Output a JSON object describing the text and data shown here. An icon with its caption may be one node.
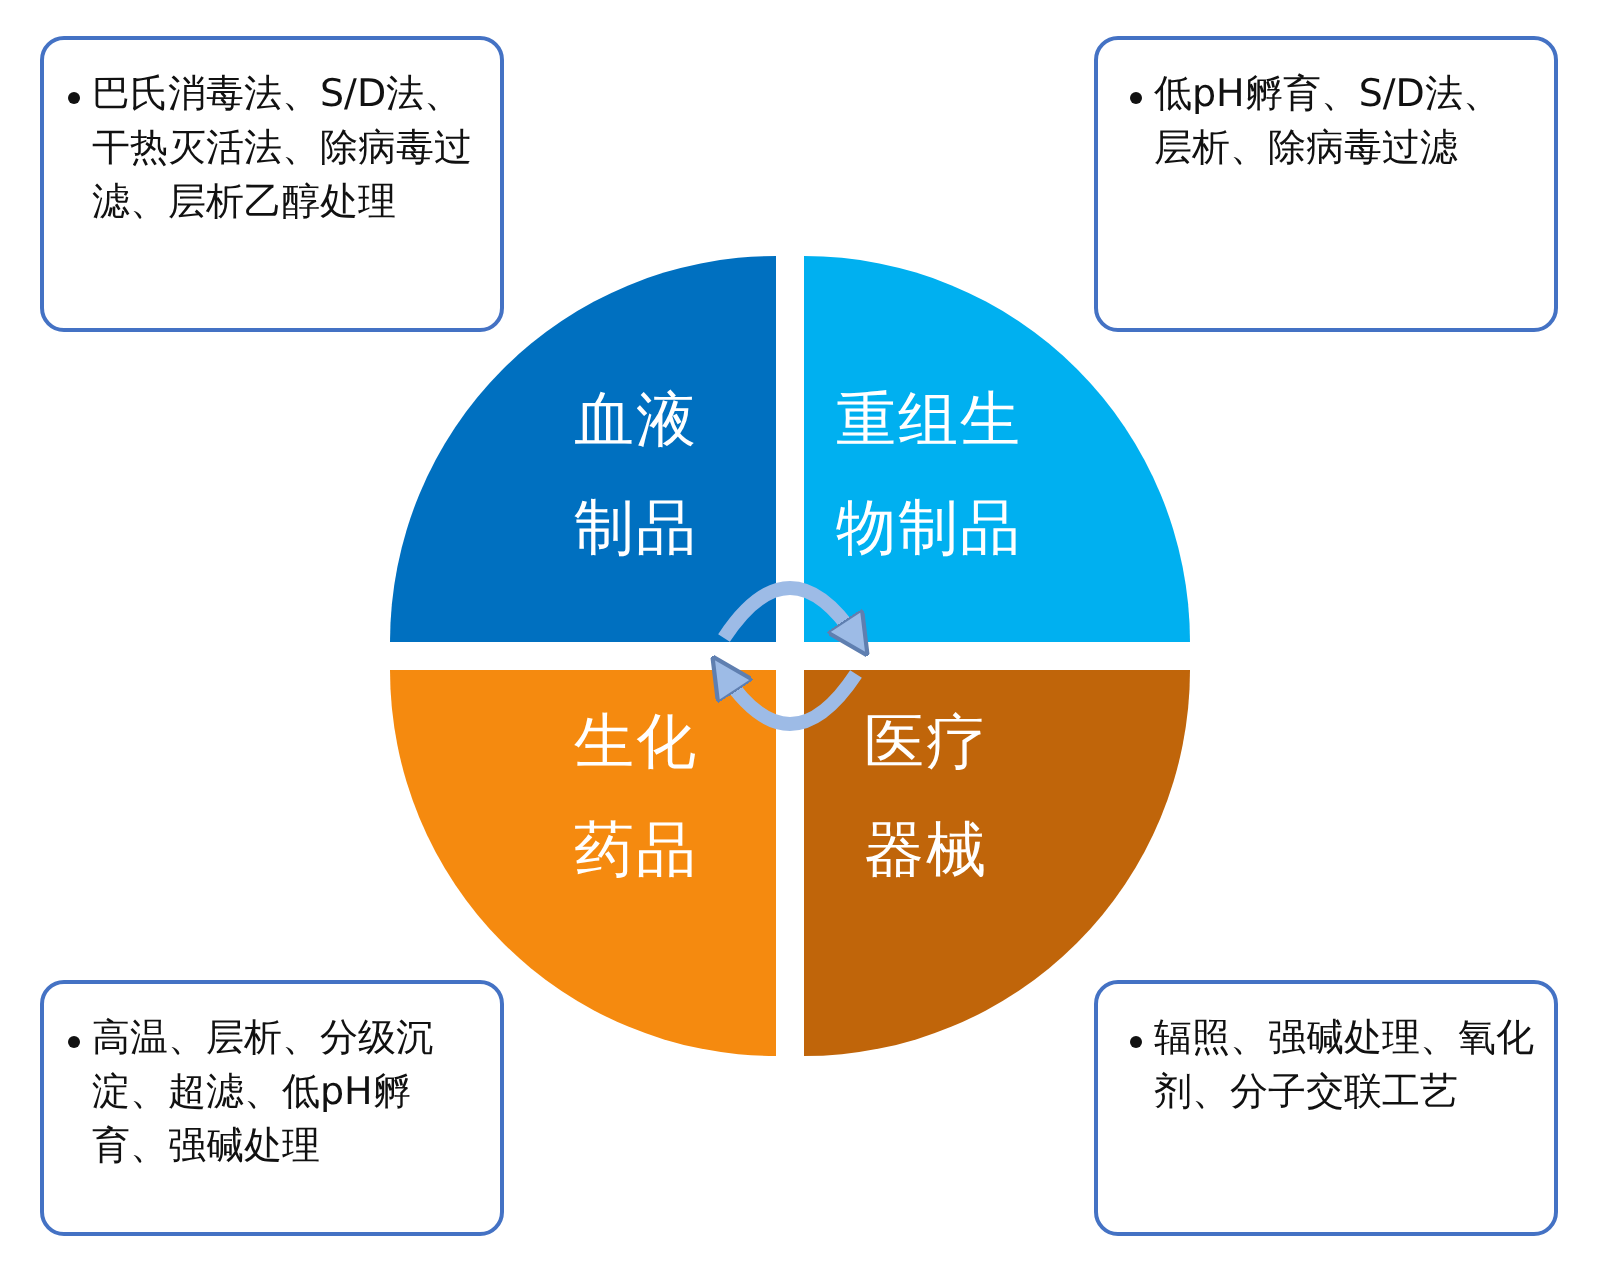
{
  "diagram": {
    "nodes": [
      {
        "text": [
          "巴氏消毒法、S/D法、干热灭活法、除病毒过滤、层析乙醇处理"
        ]
      },
      {
        "text": [
          "低pH孵育、S/D法、层析、除病毒过滤"
        ]
      },
      {
        "text": [
          "血液制品"
        ]
      },
      {
        "text": [
          "重组生物制品"
        ]
      },
      {
        "text": [
          "生化药品"
        ]
      },
      {
        "text": [
          "医疗器械"
        ]
      },
      {
        "text": [
          "高温、层析、分级沉淀、超滤、低pH孵育、强碱处理"
        ]
      },
      {
        "text": [
          "辐照、强碱处理、氧化剂、分子交联工艺"
        ]
      }
    ],
    "edges": [
      {
        "from": 2,
        "to": 3,
        "arrow": "to"
      },
      {
        "from": 5,
        "to": 4,
        "arrow": "to"
      }
    ]
  }
}
